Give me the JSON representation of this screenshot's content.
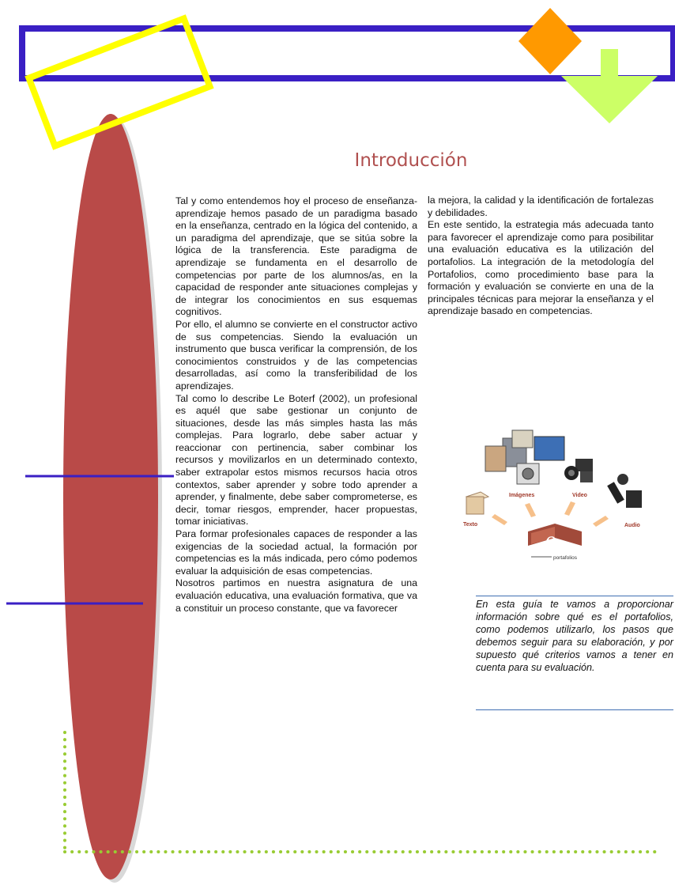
{
  "page": {
    "title": "Introducción",
    "column1": [
      "Tal y como entendemos hoy el proceso de enseñanza-aprendizaje hemos pasado de un paradigma basado en la enseñanza, centrado en la lógica del contenido, a un paradigma del aprendizaje, que se sitúa sobre la lógica de la transferencia. Este paradigma de aprendizaje se fundamenta en el desarrollo de competencias por parte de los alumnos/as, en la capacidad de responder ante situaciones complejas y de integrar los conocimientos en sus esquemas cognitivos.",
      "Por ello, el alumno se convierte en el constructor activo de sus competencias. Siendo la evaluación un instrumento que busca verificar la comprensión, de los conocimientos construidos y de las competencias desarrolladas, así como la transferibilidad de los aprendizajes.",
      "Tal como lo describe Le Boterf (2002), un profesional es aquél que sabe gestionar un conjunto de situaciones, desde las más simples hasta las más complejas. Para lograrlo, debe saber actuar y reaccionar con pertinencia, saber combinar los recursos y movilizarlos en un determinado contexto, saber extrapolar estos mismos recursos hacia otros contextos, saber aprender y sobre todo aprender a aprender, y finalmente, debe saber comprometerse, es decir, tomar riesgos, emprender, hacer propuestas, tomar iniciativas.",
      "Para formar profesionales capaces de responder a las exigencias de la sociedad actual, la formación por competencias es la más indicada, pero cómo podemos evaluar la adquisición de esas competencias.",
      "Nosotros partimos en nuestra asignatura de una evaluación educativa, una evaluación formativa, que va a constituir un proceso constante, que va favorecer"
    ],
    "column2": [
      "la mejora, la calidad y la identificación de fortalezas y debilidades.",
      "En este sentido, la estrategia más adecuada tanto para favorecer el aprendizaje como para posibilitar una evaluación educativa es la utilización del portafolios. La integración de la metodología del Portafolios, como procedimiento base para la formación y evaluación se convierte en una de la principales técnicas para mejorar la enseñanza y el aprendizaje basado en competencias."
    ],
    "callout": "En esta guía te vamos a proporcionar información sobre qué es el portafolios, como podemos utilizarlo, los pasos que debemos seguir para su elaboración, y por supuesto qué criterios vamos a tener en cuenta para su evaluación."
  },
  "illustration": {
    "labels": {
      "imagenes": "Imágenes",
      "video": "Video",
      "texto": "Texto",
      "audio": "Audio",
      "eportafolios": "portafolios"
    },
    "center_letter": "e"
  },
  "colors": {
    "accent_red": "#b94a48",
    "frame_blue": "#3a1fc4",
    "yellow": "#ffff00",
    "orange": "#ff9900",
    "green": "#ccff66",
    "dot_green": "#99cc33"
  }
}
